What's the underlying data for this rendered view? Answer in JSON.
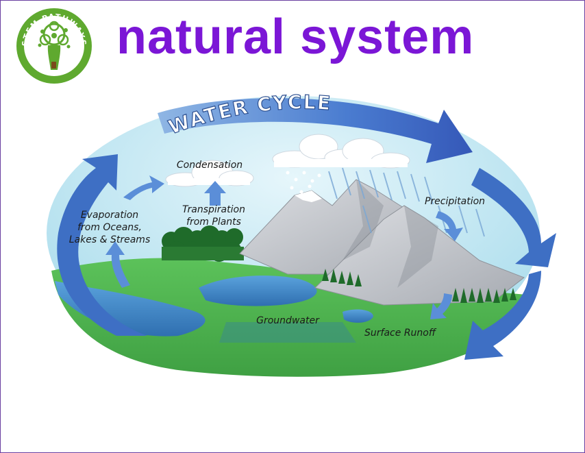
{
  "logo": {
    "text": "STEM PATHWAYS",
    "icon": "tree-icon"
  },
  "header": {
    "title": "natural system"
  },
  "diagram": {
    "title": "WATER CYCLE",
    "labels": {
      "condensation": "Condensation",
      "transpiration_line1": "Transpiration",
      "transpiration_line2": "from Plants",
      "evaporation_line1": "Evaporation",
      "evaporation_line2": "from Oceans,",
      "evaporation_line3": "Lakes & Streams",
      "precipitation": "Precipitation",
      "groundwater": "Groundwater",
      "surface_runoff": "Surface Runoff"
    },
    "colors": {
      "sky": "#a9dcec",
      "arrow": "#3e6fc4",
      "ground": "#47b54a",
      "water": "#3f86c4",
      "mountain": "#b9bdc4",
      "title_purple": "#7b16d6",
      "logo_green": "#5fa92f"
    }
  }
}
